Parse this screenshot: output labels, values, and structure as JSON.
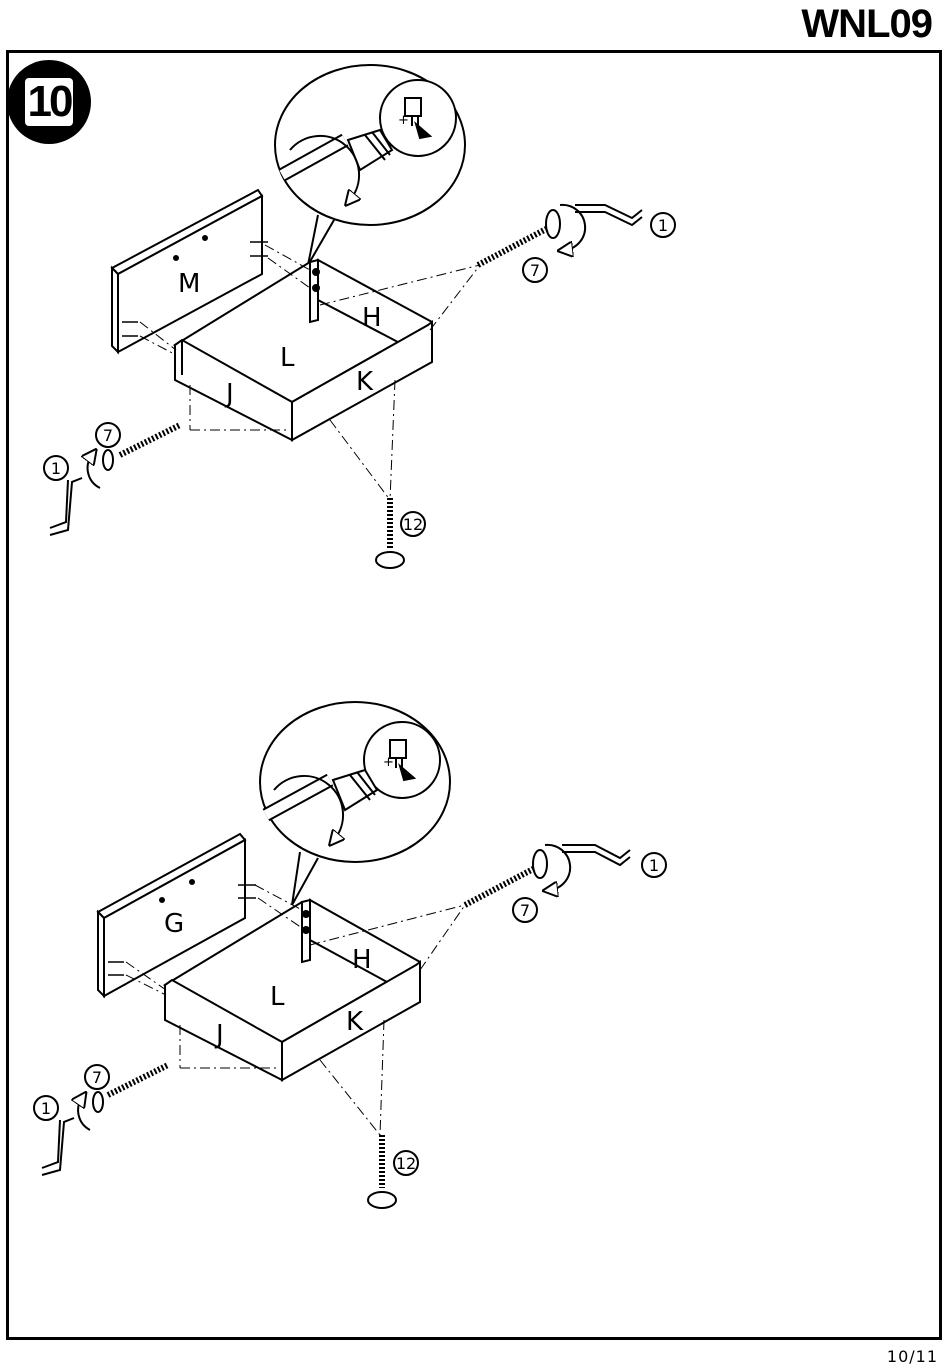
{
  "header": {
    "model_code": "WNL09"
  },
  "step": {
    "number": "10"
  },
  "footer": {
    "page": "10/11"
  },
  "diagrams": [
    {
      "panel_labels": [
        "M",
        "H",
        "L",
        "K",
        "J"
      ],
      "callouts": [
        "1",
        "7",
        "1",
        "7",
        "12"
      ]
    },
    {
      "panel_labels": [
        "G",
        "H",
        "L",
        "K",
        "J"
      ],
      "callouts": [
        "1",
        "7",
        "1",
        "7",
        "12"
      ]
    }
  ],
  "detail_symbols": {
    "plus": "+",
    "minus": "-"
  }
}
